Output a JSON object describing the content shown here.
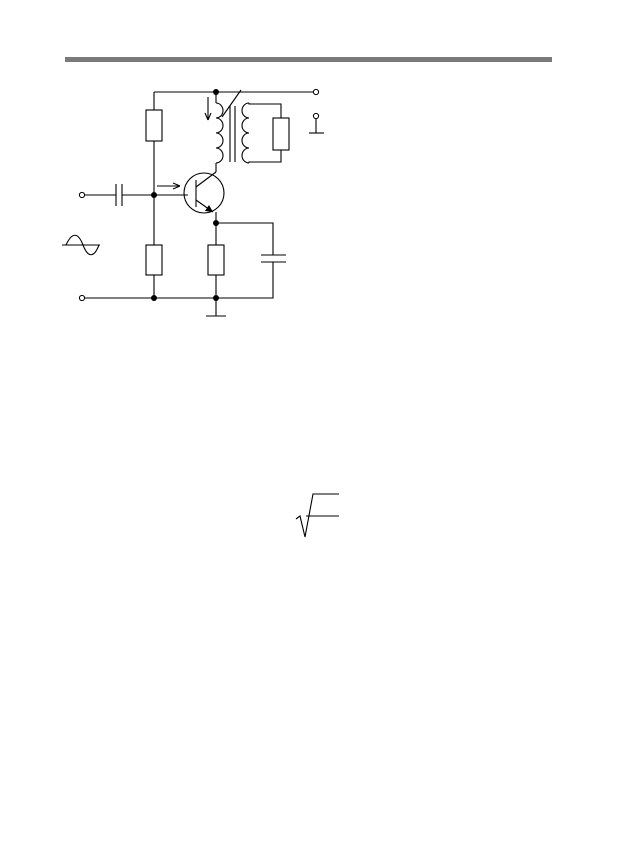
{
  "page": {
    "header_rule_color": "#7a7a7a",
    "background": "#ffffff"
  },
  "diagram": {
    "type": "circuit-schematic",
    "components": [
      {
        "id": "bias-resistor-top",
        "kind": "resistor"
      },
      {
        "id": "bias-resistor-bottom",
        "kind": "resistor"
      },
      {
        "id": "emitter-resistor",
        "kind": "resistor"
      },
      {
        "id": "load-resistor",
        "kind": "resistor"
      },
      {
        "id": "input-coupling-capacitor",
        "kind": "capacitor"
      },
      {
        "id": "emitter-bypass-capacitor",
        "kind": "capacitor"
      },
      {
        "id": "output-transformer",
        "kind": "transformer"
      },
      {
        "id": "transistor",
        "kind": "npn-bipolar-transistor"
      },
      {
        "id": "ac-source-symbol",
        "kind": "ac-sine-symbol"
      },
      {
        "id": "ground-symbol",
        "kind": "ground"
      },
      {
        "id": "supply-ground-symbol",
        "kind": "ground"
      }
    ]
  },
  "formula": {
    "symbol": "square-root-radical"
  }
}
